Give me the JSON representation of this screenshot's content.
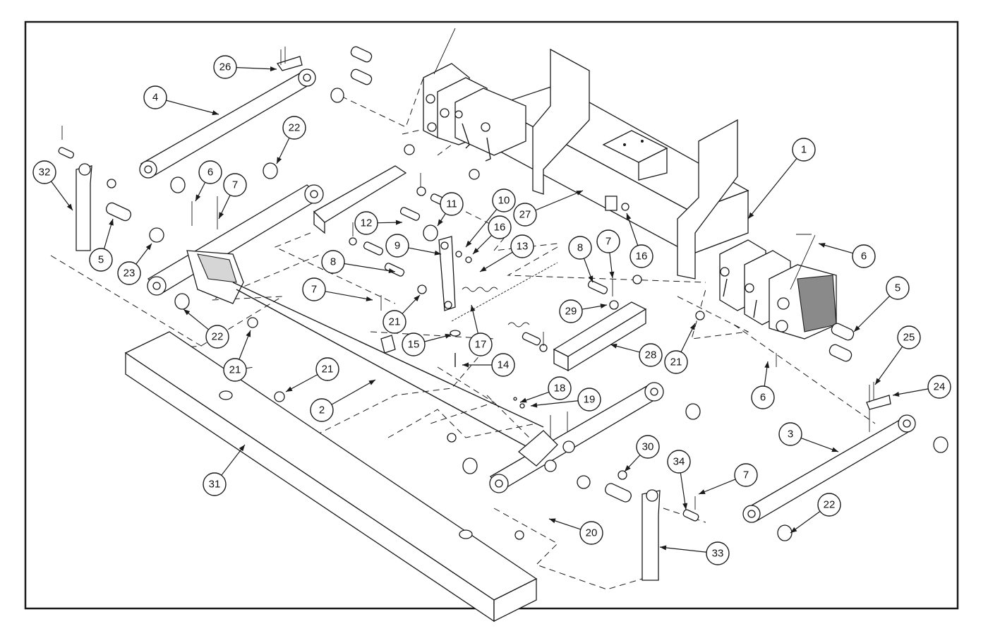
{
  "diagram": {
    "colors": {
      "line": "#1a1a1a",
      "part_fill": "#ffffff",
      "shade": "#d6d6d6",
      "dark": "#8a8a8a"
    },
    "callouts": [
      {
        "id": "c26",
        "label": "26"
      },
      {
        "id": "c4",
        "label": "4"
      },
      {
        "id": "c22a",
        "label": "22"
      },
      {
        "id": "c32",
        "label": "32"
      },
      {
        "id": "c6a",
        "label": "6"
      },
      {
        "id": "c7a",
        "label": "7"
      },
      {
        "id": "c5a",
        "label": "5"
      },
      {
        "id": "c23",
        "label": "23"
      },
      {
        "id": "c22b",
        "label": "22"
      },
      {
        "id": "c21a",
        "label": "21"
      },
      {
        "id": "c21b",
        "label": "21"
      },
      {
        "id": "c2",
        "label": "2"
      },
      {
        "id": "c31",
        "label": "31"
      },
      {
        "id": "c12",
        "label": "12"
      },
      {
        "id": "c11",
        "label": "11"
      },
      {
        "id": "c10",
        "label": "10"
      },
      {
        "id": "c9",
        "label": "9"
      },
      {
        "id": "c16a",
        "label": "16"
      },
      {
        "id": "c13",
        "label": "13"
      },
      {
        "id": "c8a",
        "label": "8"
      },
      {
        "id": "c7b",
        "label": "7"
      },
      {
        "id": "c21c",
        "label": "21"
      },
      {
        "id": "c15",
        "label": "15"
      },
      {
        "id": "c17",
        "label": "17"
      },
      {
        "id": "c14",
        "label": "14"
      },
      {
        "id": "c27",
        "label": "27"
      },
      {
        "id": "c16b",
        "label": "16"
      },
      {
        "id": "c8b",
        "label": "8"
      },
      {
        "id": "c7c",
        "label": "7"
      },
      {
        "id": "c29",
        "label": "29"
      },
      {
        "id": "c28",
        "label": "28"
      },
      {
        "id": "c21d",
        "label": "21"
      },
      {
        "id": "c1",
        "label": "1"
      },
      {
        "id": "c6b",
        "label": "6"
      },
      {
        "id": "c5b",
        "label": "5"
      },
      {
        "id": "c25",
        "label": "25"
      },
      {
        "id": "c24",
        "label": "24"
      },
      {
        "id": "c6c",
        "label": "6"
      },
      {
        "id": "c3",
        "label": "3"
      },
      {
        "id": "c18",
        "label": "18"
      },
      {
        "id": "c19",
        "label": "19"
      },
      {
        "id": "c30",
        "label": "30"
      },
      {
        "id": "c34",
        "label": "34"
      },
      {
        "id": "c7d",
        "label": "7"
      },
      {
        "id": "c22c",
        "label": "22"
      },
      {
        "id": "c20",
        "label": "20"
      },
      {
        "id": "c33",
        "label": "33"
      }
    ]
  }
}
